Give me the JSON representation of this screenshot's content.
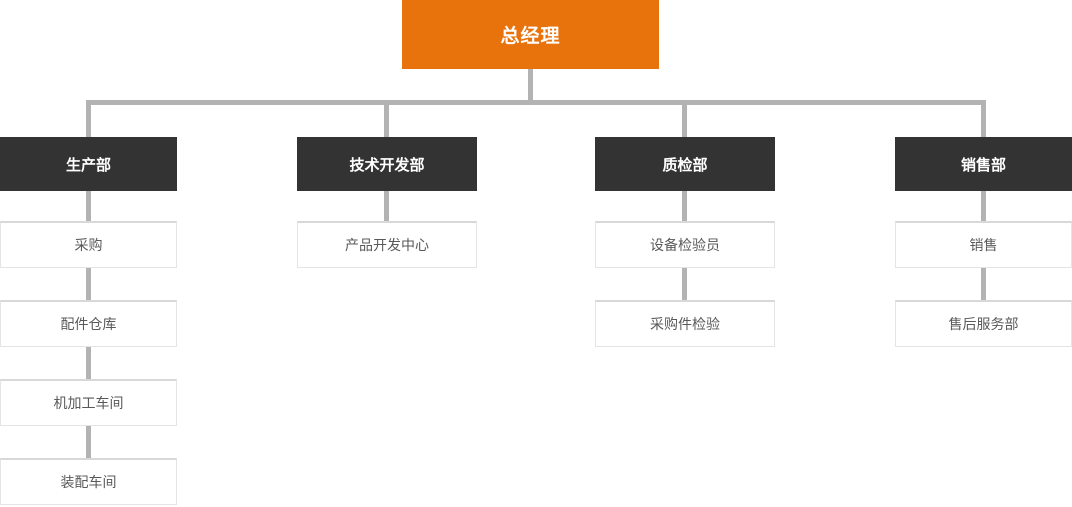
{
  "org": {
    "type": "org-chart",
    "root": {
      "label": "总经理"
    },
    "branches": [
      {
        "label": "生产部",
        "children": [
          "采购",
          "配件仓库",
          "机加工车间",
          "装配车间"
        ]
      },
      {
        "label": "技术开发部",
        "children": [
          "产品开发中心"
        ]
      },
      {
        "label": "质检部",
        "children": [
          "设备检验员",
          "采购件检验"
        ]
      },
      {
        "label": "销售部",
        "children": [
          "销售",
          "售后服务部"
        ]
      }
    ],
    "colors": {
      "root_bg": "#e8720c",
      "root_text": "#ffffff",
      "dept_bg": "#333333",
      "dept_text": "#ffffff",
      "child_bg": "#ffffff",
      "child_border": "#e0e0e0",
      "child_text": "#595959",
      "connector": "#b3b3b3"
    }
  }
}
